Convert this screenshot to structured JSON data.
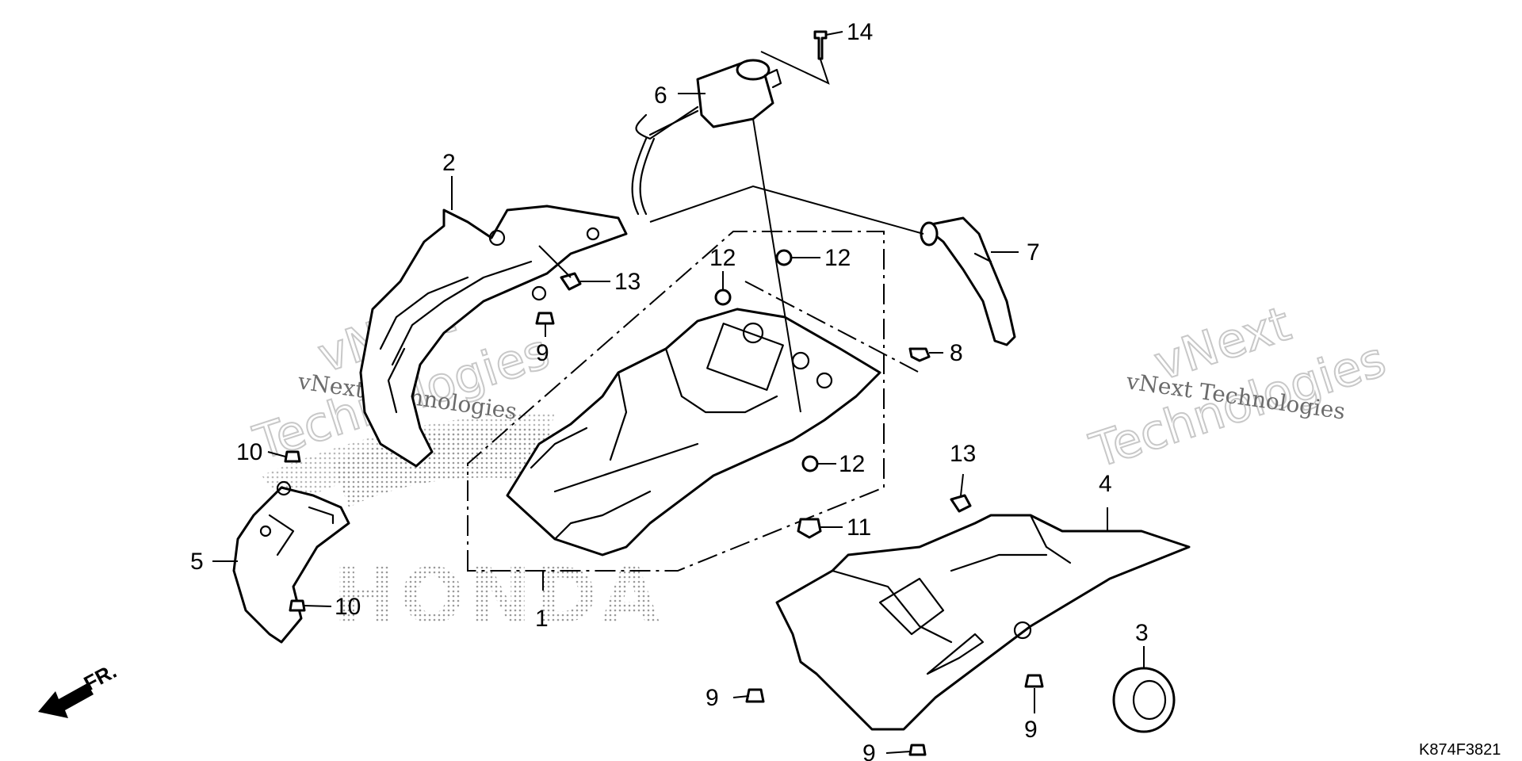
{
  "diagram": {
    "callouts": {
      "c1": "1",
      "c2": "2",
      "c3": "3",
      "c4": "4",
      "c5": "5",
      "c6": "6",
      "c7": "7",
      "c8": "8",
      "c9a": "9",
      "c9b": "9",
      "c9c": "9",
      "c9d": "9",
      "c10a": "10",
      "c10b": "10",
      "c11": "11",
      "c12a": "12",
      "c12b": "12",
      "c12c": "12",
      "c13a": "13",
      "c13b": "13",
      "c14": "14"
    },
    "direction_label": "FR.",
    "drawing_code": "K874F3821",
    "brand_logo": "HONDA",
    "watermark": {
      "small_1": "vNext Technologies",
      "big_1a": "vNext",
      "big_1b": "Technologies",
      "small_2": "vNext Technologies",
      "big_2a": "vNext",
      "big_2b": "Technologies"
    }
  }
}
